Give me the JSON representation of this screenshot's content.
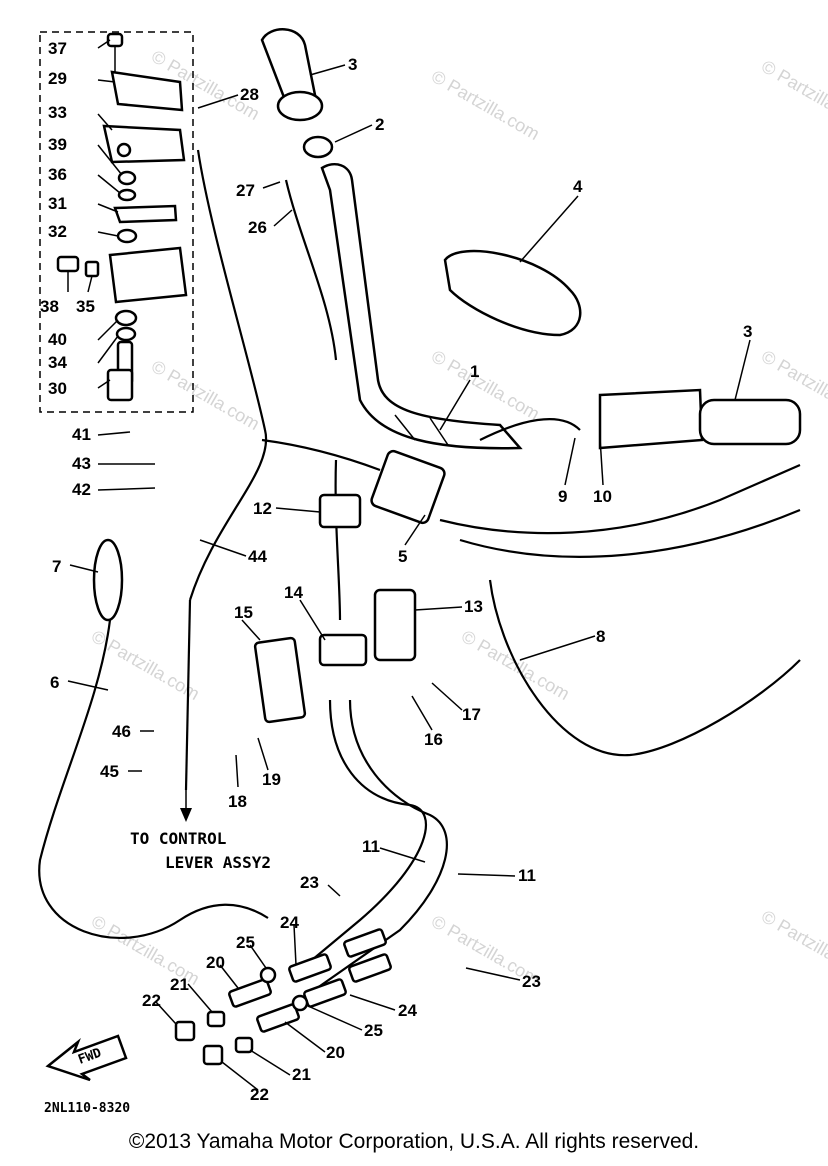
{
  "watermark": "© Partzilla.com",
  "callouts": [
    {
      "id": "p37",
      "text": "37"
    },
    {
      "id": "p29",
      "text": "29"
    },
    {
      "id": "p33",
      "text": "33"
    },
    {
      "id": "p39",
      "text": "39"
    },
    {
      "id": "p36",
      "text": "36"
    },
    {
      "id": "p31",
      "text": "31"
    },
    {
      "id": "p32",
      "text": "32"
    },
    {
      "id": "p38",
      "text": "38"
    },
    {
      "id": "p35",
      "text": "35"
    },
    {
      "id": "p40",
      "text": "40"
    },
    {
      "id": "p34",
      "text": "34"
    },
    {
      "id": "p30",
      "text": "30"
    },
    {
      "id": "p41",
      "text": "41"
    },
    {
      "id": "p43",
      "text": "43"
    },
    {
      "id": "p42",
      "text": "42"
    },
    {
      "id": "p28",
      "text": "28"
    },
    {
      "id": "p3a",
      "text": "3"
    },
    {
      "id": "p2",
      "text": "2"
    },
    {
      "id": "p27",
      "text": "27"
    },
    {
      "id": "p26",
      "text": "26"
    },
    {
      "id": "p4",
      "text": "4"
    },
    {
      "id": "p3b",
      "text": "3"
    },
    {
      "id": "p1",
      "text": "1"
    },
    {
      "id": "p9",
      "text": "9"
    },
    {
      "id": "p10",
      "text": "10"
    },
    {
      "id": "p12",
      "text": "12"
    },
    {
      "id": "p5",
      "text": "5"
    },
    {
      "id": "p44",
      "text": "44"
    },
    {
      "id": "p7",
      "text": "7"
    },
    {
      "id": "p6",
      "text": "6"
    },
    {
      "id": "p14",
      "text": "14"
    },
    {
      "id": "p15",
      "text": "15"
    },
    {
      "id": "p13",
      "text": "13"
    },
    {
      "id": "p17",
      "text": "17"
    },
    {
      "id": "p16",
      "text": "16"
    },
    {
      "id": "p8",
      "text": "8"
    },
    {
      "id": "p46",
      "text": "46"
    },
    {
      "id": "p45",
      "text": "45"
    },
    {
      "id": "p18",
      "text": "18"
    },
    {
      "id": "p19",
      "text": "19"
    },
    {
      "id": "p11a",
      "text": "11"
    },
    {
      "id": "p11b",
      "text": "11"
    },
    {
      "id": "p23a",
      "text": "23"
    },
    {
      "id": "p24a",
      "text": "24"
    },
    {
      "id": "p25a",
      "text": "25"
    },
    {
      "id": "p20a",
      "text": "20"
    },
    {
      "id": "p23b",
      "text": "23"
    },
    {
      "id": "p24b",
      "text": "24"
    },
    {
      "id": "p25b",
      "text": "25"
    },
    {
      "id": "p20b",
      "text": "20"
    },
    {
      "id": "p21a",
      "text": "21"
    },
    {
      "id": "p22a",
      "text": "22"
    },
    {
      "id": "p21b",
      "text": "21"
    },
    {
      "id": "p22b",
      "text": "22"
    }
  ],
  "note": {
    "line1": "TO CONTROL",
    "line2": "LEVER ASSY2"
  },
  "fwd_label": "FWD",
  "diagram_code": "2NL110-8320",
  "copyright": "©2013 Yamaha Motor Corporation, U.S.A. All rights reserved."
}
